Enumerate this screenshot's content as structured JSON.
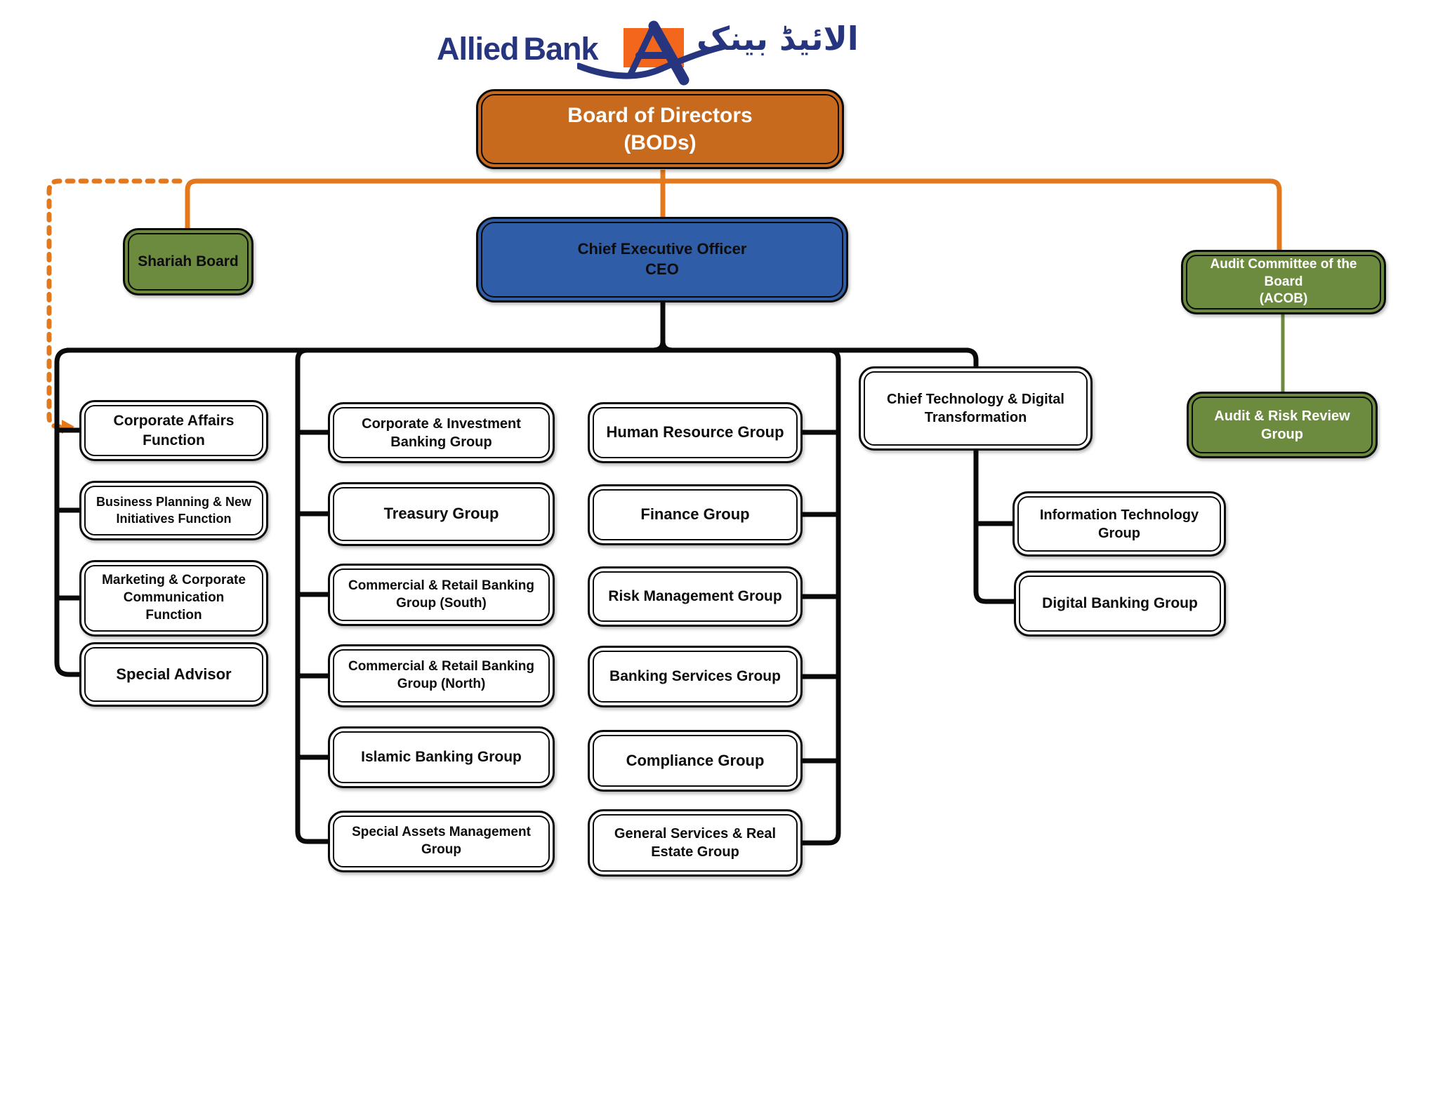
{
  "logo": {
    "wordmark_allied": "Allied",
    "wordmark_bank": "Bank",
    "urdu_name": "الائیڈ بینک",
    "mark_letter": "A"
  },
  "colors": {
    "orange_fill": "#C76A1D",
    "orange_line": "#E3781D",
    "blue_fill": "#2F5DA8",
    "green_fill": "#6D8B3F",
    "green_line": "#6D8B3F",
    "line_black": "#0A0A0A",
    "navy": "#27357E",
    "white": "#FFFFFF"
  },
  "nodes": {
    "bod": {
      "label": "Board of Directors\n(BODs)"
    },
    "ceo": {
      "label": "Chief Executive Officer\nCEO"
    },
    "shariah": {
      "label": "Shariah Board"
    },
    "acob": {
      "label": "Audit Committee of the\nBoard\n(ACOB)"
    },
    "arrg": {
      "label": "Audit & Risk Review\nGroup"
    },
    "caf": {
      "label": "Corporate Affairs\nFunction"
    },
    "bpni": {
      "label": "Business Planning & New\nInitiatives Function"
    },
    "mcc": {
      "label": "Marketing & Corporate\nCommunication\nFunction"
    },
    "sa": {
      "label": "Special Advisor"
    },
    "cibg": {
      "label": "Corporate & Investment\nBanking Group"
    },
    "tg": {
      "label": "Treasury Group"
    },
    "crbgs": {
      "label": "Commercial & Retail Banking\nGroup (South)"
    },
    "crbgn": {
      "label": "Commercial & Retail Banking\nGroup (North)"
    },
    "ibg": {
      "label": "Islamic Banking Group"
    },
    "samg": {
      "label": "Special Assets Management\nGroup"
    },
    "hrg": {
      "label": "Human Resource Group"
    },
    "fg": {
      "label": "Finance Group"
    },
    "rmg": {
      "label": "Risk Management Group"
    },
    "bsg": {
      "label": "Banking Services Group"
    },
    "cg": {
      "label": "Compliance Group"
    },
    "gsreg": {
      "label": "General Services & Real\nEstate Group"
    },
    "ctdt": {
      "label": "Chief Technology & Digital\nTransformation"
    },
    "itg": {
      "label": "Information Technology\nGroup"
    },
    "dbg": {
      "label": "Digital Banking Group"
    }
  }
}
